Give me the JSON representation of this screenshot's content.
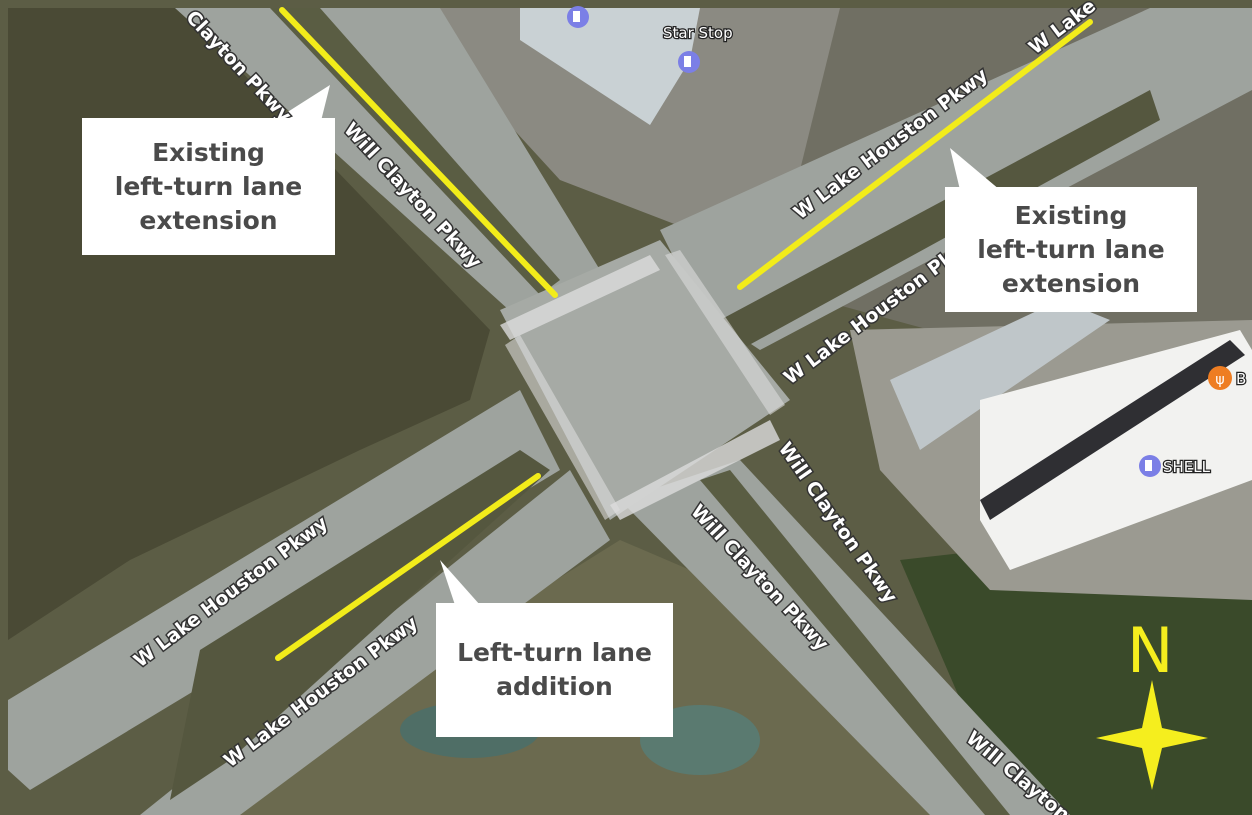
{
  "map": {
    "roads": {
      "will_clayton": "Will Clayton Pkwy",
      "will_clayton_top_left": "Clayton Pkwy",
      "will_clayton_bottom_right": "Will Clayton P",
      "w_lake_houston": "W Lake Houston Pkwy",
      "w_lake_houston_top_right": "W Lake",
      "w_lake_houston_right": "W Lake Houston Pk"
    },
    "pois": {
      "star_stop": "Star Stop",
      "shell": "SHELL",
      "restaurant_partial": "B"
    },
    "north_label": "N"
  },
  "callouts": {
    "top_left": [
      "Existing",
      "left-turn lane",
      "extension"
    ],
    "right": [
      "Existing",
      "left-turn lane",
      "extension"
    ],
    "bottom": [
      "Left-turn lane",
      "addition"
    ]
  },
  "colors": {
    "highlight_line": "#f2ec1a",
    "callout_bg": "#ffffff",
    "callout_text": "#4a4a4a",
    "grass": "#4c4d36",
    "road": "#9ea39e",
    "north_arrow": "#f5ee1e"
  }
}
